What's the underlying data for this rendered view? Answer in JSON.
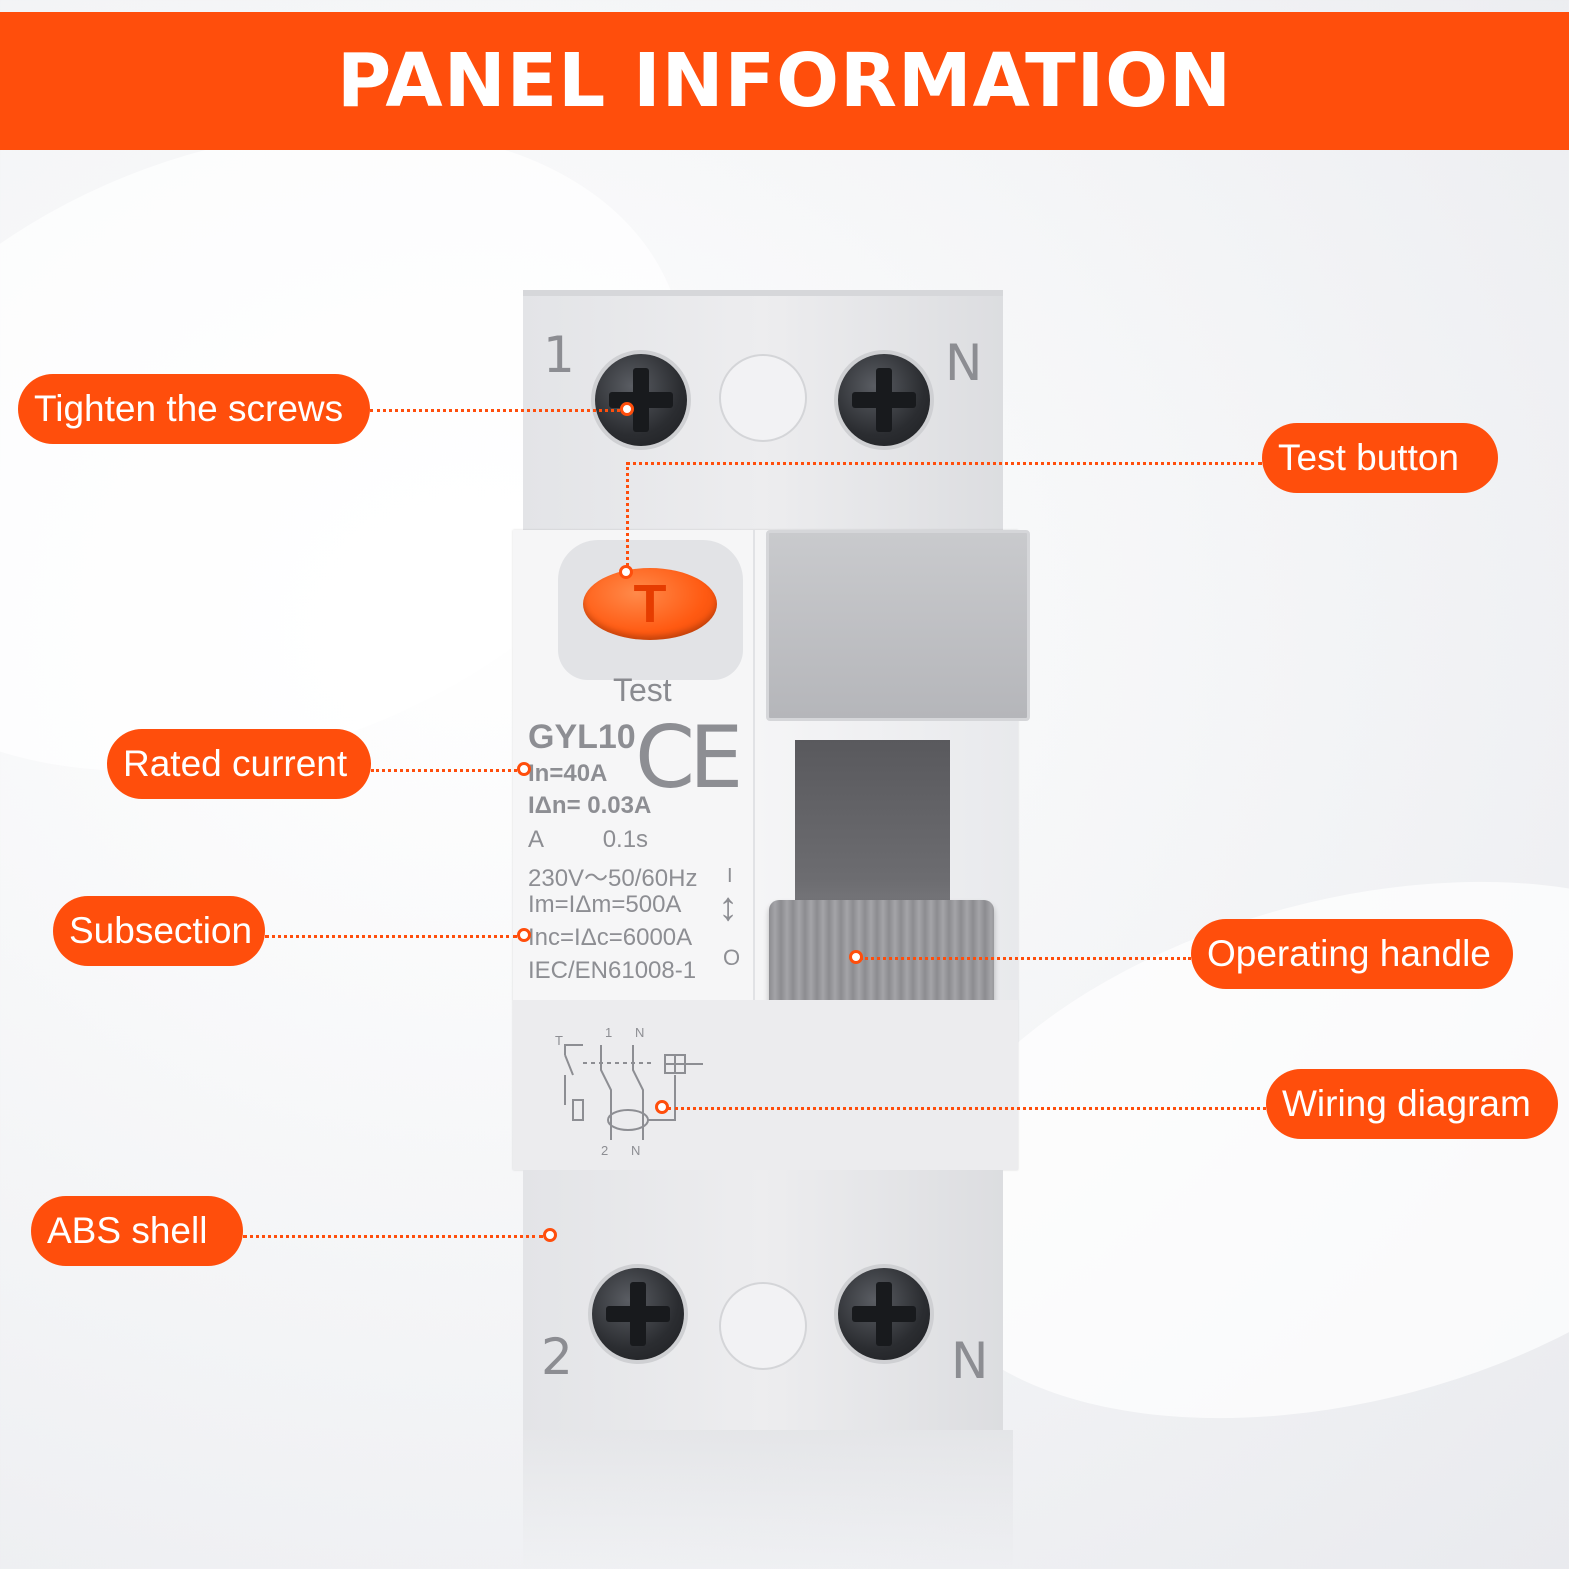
{
  "header": {
    "title": "PANEL INFORMATION"
  },
  "device": {
    "terminals_top": [
      "1",
      "N"
    ],
    "terminals_bottom": [
      "2",
      "N"
    ],
    "test_button_letter": "T",
    "test_label": "Test",
    "model": "GYL10",
    "ce": "CE",
    "specs": [
      "In=40A",
      "IΔn= 0.03A",
      "A         0.1s",
      "230V～50/60Hz",
      "Im=IΔm=500A",
      "Inc=IΔc=6000A",
      "IEC/EN61008-1"
    ],
    "switch_marks": [
      "I",
      "O"
    ],
    "diagram_labels": [
      "T",
      "1",
      "N",
      "2",
      "N"
    ]
  },
  "callouts": {
    "tighten_screws": "Tighten the screws",
    "test_button": "Test button",
    "rated_current": "Rated current",
    "subsection": "Subsection",
    "operating_handle": "Operating handle",
    "wiring_diagram": "Wiring diagram",
    "abs_shell": "ABS shell"
  },
  "colors": {
    "accent": "#ff4e0c",
    "text_on_accent": "#ffffff",
    "device_print": "#8d8e93"
  }
}
